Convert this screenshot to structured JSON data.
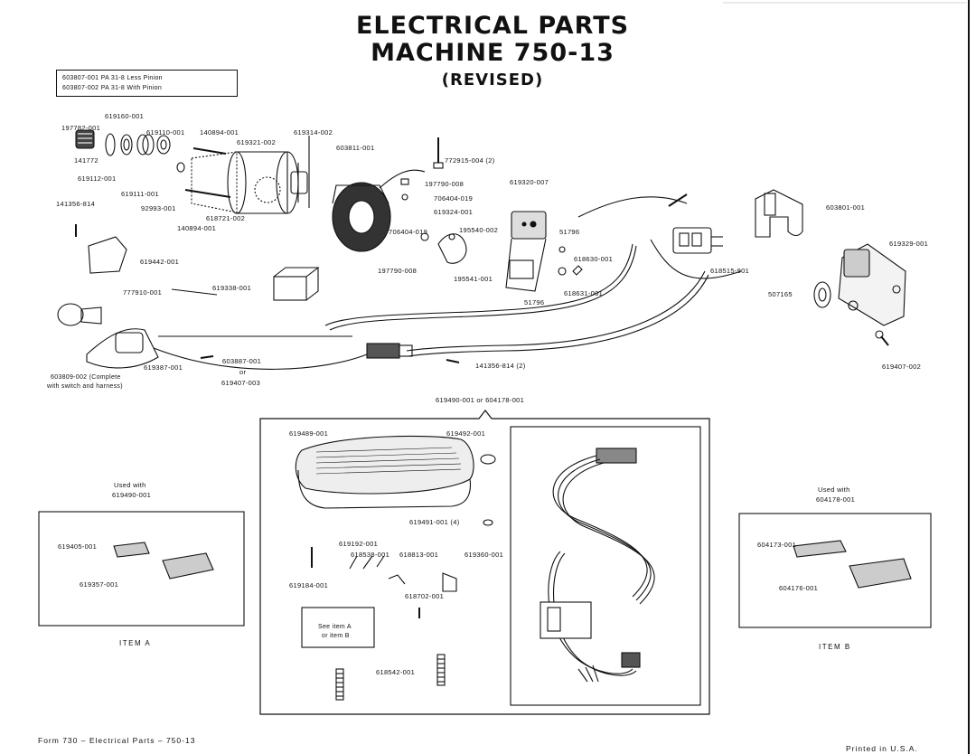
{
  "header": {
    "title_line1": "ELECTRICAL PARTS",
    "title_line2": "MACHINE 750-13",
    "title_line3": "(REVISED)"
  },
  "pa_box": {
    "line1": "603807-001 PA 31-8 Less Pinion",
    "line2": "603807-002 PA 31-8 With Pinion"
  },
  "labels": {
    "p619160": "619160-001",
    "p197782": "197782-001",
    "p141772": "141772",
    "p619110": "619110-001",
    "p140894a": "140894-001",
    "p619321": "619321-002",
    "p619314": "619314-002",
    "p603811": "603811-001",
    "p772915": "772915-004 (2)",
    "p619112": "619112-001",
    "p619111": "619111-001",
    "p141356a": "141356-814",
    "p92993": "92993-001",
    "p618721": "618721-002",
    "p140894b": "140894-001",
    "p197790a": "197790-008",
    "p706404a": "706404-019",
    "p619324": "619324-001",
    "p619320": "619320-007",
    "p706404b": "706404-019",
    "p195540": "195540-002",
    "p51796a": "51796",
    "p618630": "618630-001",
    "p197790b": "197790-008",
    "p195541": "195541-001",
    "p618631": "618631-001",
    "p51796b": "51796",
    "p618515": "618515-901",
    "p603801": "603801-001",
    "p619329": "619329-001",
    "p507165": "507165",
    "p619407b": "619407-002",
    "p619442": "619442-001",
    "p777910": "777910-001",
    "p619338": "619338-001",
    "p619387": "619387-001",
    "p603887": "603887-001",
    "p_or": "or",
    "p619407a": "619407-003",
    "p603809_1": "603809-002 (Complete",
    "p603809_2": "with switch and harness)",
    "p141356b": "141356-814 (2)",
    "p619490": "619490-001 or 604178-001",
    "p619489": "619489-001",
    "p619492": "619492-001",
    "p619491": "619491-001 (4)",
    "p619192": "619192-001",
    "p618538": "618538-001",
    "p618813": "618813-001",
    "p619360": "619360-001",
    "p619184": "619184-001",
    "p618702": "618702-001",
    "see_item_1": "See item A",
    "see_item_2": "or item B",
    "p618542": "618542-001",
    "used_with_a1": "Used with",
    "used_with_a2": "619490-001",
    "p619405": "619405-001",
    "p619357": "619357-001",
    "item_a": "ITEM A",
    "used_with_b1": "Used with",
    "used_with_b2": "604178-001",
    "p604173": "604173-001",
    "p604176": "604176-001",
    "item_b": "ITEM B"
  },
  "footer": {
    "form": "Form 730 – Electrical Parts – 750-13",
    "printed": "Printed in U.S.A."
  }
}
